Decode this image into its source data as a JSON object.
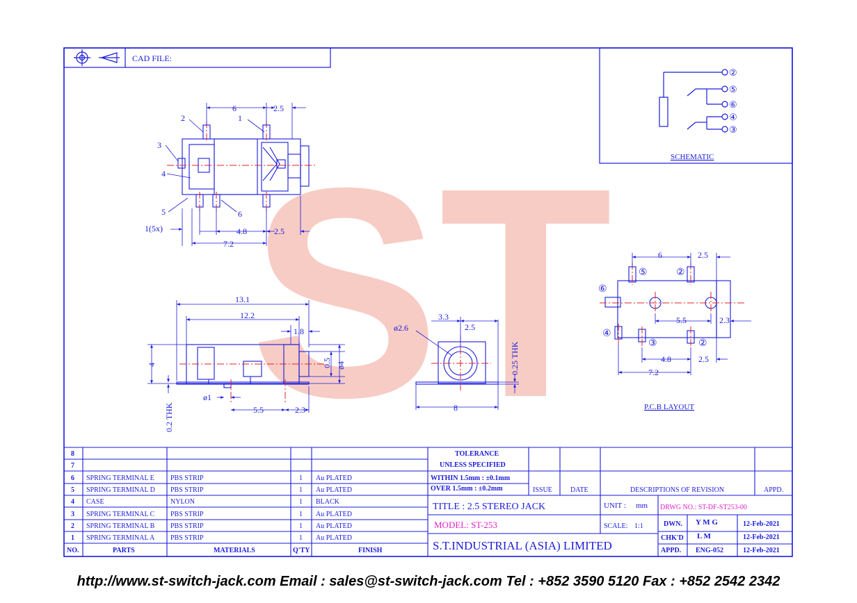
{
  "header": {
    "cad_label": "CAD FILE:"
  },
  "schematic": {
    "label": "SCHEMATIC",
    "pins": [
      "②",
      "⑤",
      "⑥",
      "④",
      "③"
    ]
  },
  "pcb": {
    "label": "P.C.B LAYOUT",
    "pin_labels": {
      "p6": "⑥",
      "p5": "⑤",
      "p2a": "②",
      "p4": "④",
      "p3": "③",
      "p2b": "②"
    },
    "dims": {
      "d6": "6",
      "d25a": "2.5",
      "d55": "5.5",
      "d23": "2.3",
      "d48": "4.8",
      "d25b": "2.5",
      "d72": "7.2"
    }
  },
  "top_view": {
    "callouts": {
      "c1": "1",
      "c2": "2",
      "c3": "3",
      "c4": "4",
      "c5": "5",
      "c6": "6"
    },
    "dims": {
      "d6": "6",
      "d25a": "2.5",
      "d1_5x": "1(5x)",
      "d48": "4.8",
      "d25b": "2.5",
      "d72": "7.2"
    }
  },
  "side_view": {
    "dims": {
      "d131": "13.1",
      "d122": "12.2",
      "d18": "1.8",
      "d4": "4",
      "d05": "0.5",
      "d4dia": "ø4",
      "thk": "0.2 THK",
      "d1dia": "ø1",
      "d55": "5.5",
      "d23": "2.3"
    }
  },
  "front_view": {
    "dims": {
      "d26": "ø2.6",
      "d33": "3.3",
      "d25": "2.5",
      "thk": "0.25 THK",
      "d8": "8"
    }
  },
  "watermark": {
    "text": "ST",
    "color": "#f4b8b0"
  },
  "parts_table": {
    "headers": {
      "no": "NO.",
      "parts": "PARTS",
      "materials": "MATERIALS",
      "qty": "Q'TY",
      "finish": "FINISH"
    },
    "rows": [
      {
        "no": "8",
        "part": "",
        "material": "",
        "qty": "",
        "finish": ""
      },
      {
        "no": "7",
        "part": "",
        "material": "",
        "qty": "",
        "finish": ""
      },
      {
        "no": "6",
        "part": "SPRING TERMINAL E",
        "material": "PBS STRIP",
        "qty": "1",
        "finish": "Au PLATED"
      },
      {
        "no": "5",
        "part": "SPRING TERMINAL D",
        "material": "PBS STRIP",
        "qty": "1",
        "finish": "Au PLATED"
      },
      {
        "no": "4",
        "part": "CASE",
        "material": "NYLON",
        "qty": "1",
        "finish": "BLACK"
      },
      {
        "no": "3",
        "part": "SPRING TERMINAL C",
        "material": "PBS STRIP",
        "qty": "1",
        "finish": "Au PLATED"
      },
      {
        "no": "2",
        "part": "SPRING TERMINAL B",
        "material": "PBS STRIP",
        "qty": "1",
        "finish": "Au PLATED"
      },
      {
        "no": "1",
        "part": "SPRING TERMINAL A",
        "material": "PBS STRIP",
        "qty": "1",
        "finish": "Au PLATED"
      }
    ]
  },
  "tolerance": {
    "line1": "TOLERANCE",
    "line2": "UNLESS   SPECIFIED",
    "within": "WITHIN  1.5mm : ±0.1mm",
    "over": "OVER    1.5mm : ±0.2mm"
  },
  "revision": {
    "issue": "ISSUE",
    "date": "DATE",
    "desc": "DESCRIPTIONS  OF  REVISION",
    "appd": "APPD."
  },
  "title_block": {
    "title": "TITLE : 2.5  STEREO  JACK",
    "unit_label": "UNIT :",
    "unit_value": "mm",
    "drwg": "DRWG NO.: ST-DF-ST253-00",
    "model": "MODEL:  ST-253",
    "scale_label": "SCALE:",
    "scale_value": "1:1",
    "company": "S.T.INDUSTRIAL  (ASIA)  LIMITED",
    "dwn_label": "DWN.",
    "dwn_value": "Y M G",
    "dwn_date": "12-Feb-2021",
    "chkd_label": "CHK'D",
    "chkd_value": "L M",
    "chkd_date": "12-Feb-2021",
    "appd_label": "APPD.",
    "appd_value": "ENG-052",
    "appd_date": "12-Feb-2021"
  },
  "footer": {
    "text": "http://www.st-switch-jack.com  Email : sales@st-switch-jack.com  Tel : +852 3590 5120  Fax : +852 2542 2342"
  },
  "colors": {
    "line": "#1a1adb",
    "center": "#e02020",
    "magenta": "#e020c8"
  }
}
